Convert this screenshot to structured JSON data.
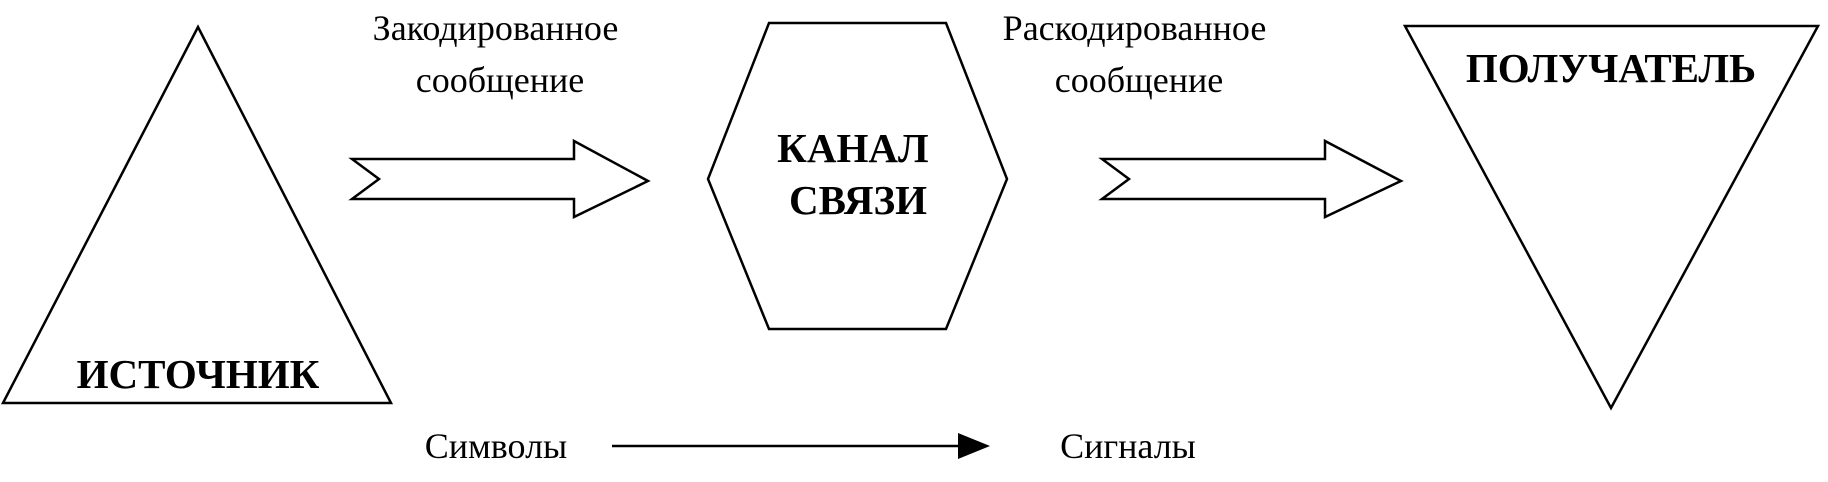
{
  "nodes": {
    "source": {
      "label": "ИСТОЧНИК"
    },
    "channel": {
      "lines": [
        "КАНАЛ",
        "СВЯЗИ"
      ]
    },
    "receiver": {
      "label": "ПОЛУЧАТЕЛЬ"
    }
  },
  "edges": {
    "encoded": {
      "lines": [
        "Закодированное",
        "сообщение"
      ]
    },
    "decoded": {
      "lines": [
        "Раскодированное",
        "сообщение"
      ]
    }
  },
  "bottom": {
    "from_label": "Символы",
    "to_label": "Сигналы"
  }
}
